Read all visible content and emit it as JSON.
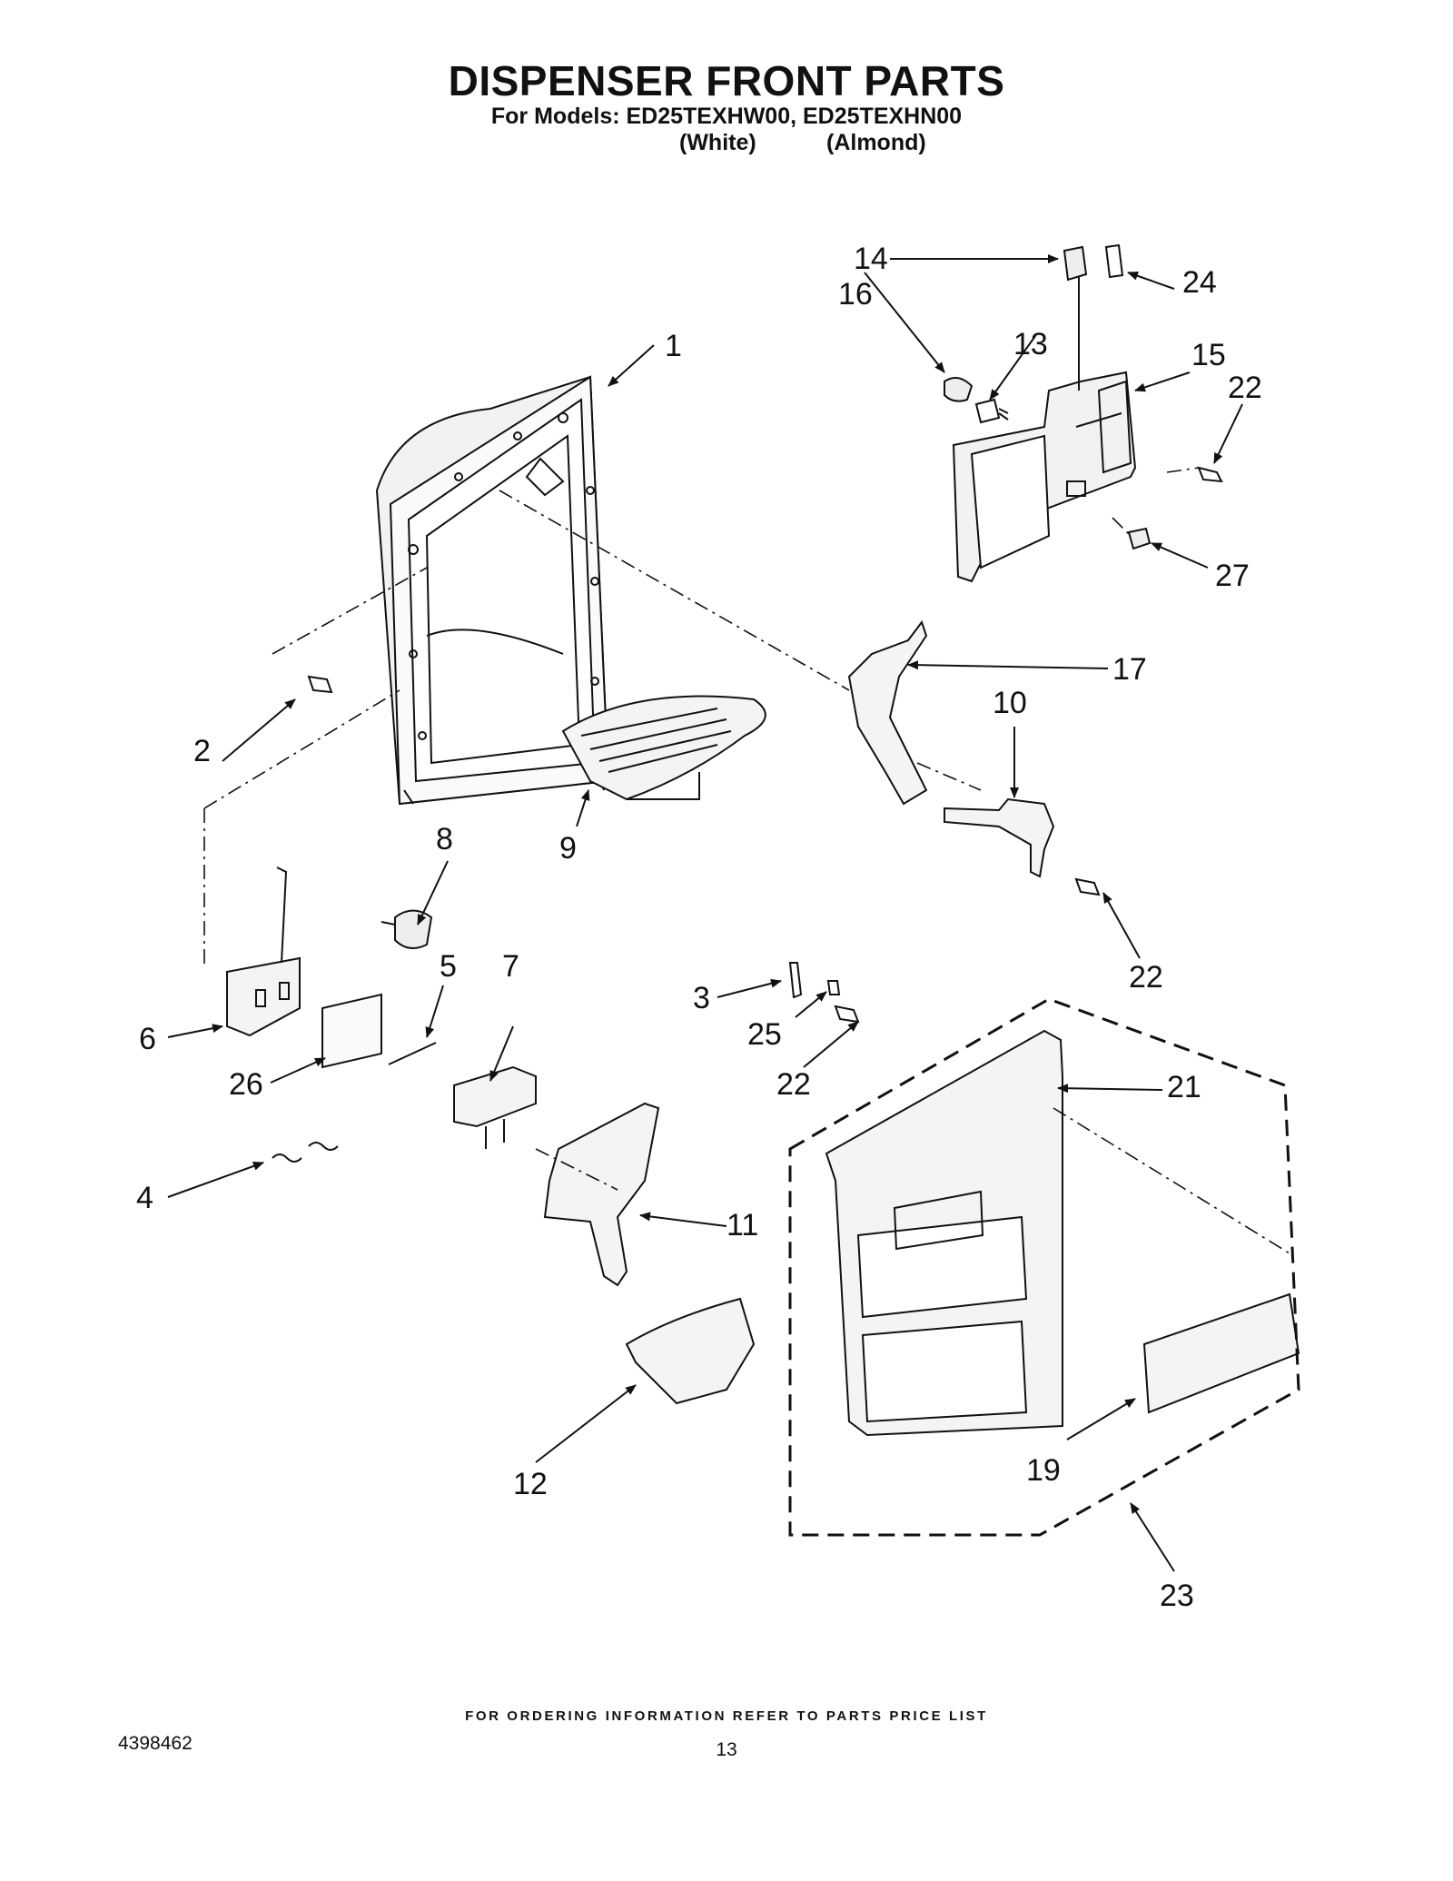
{
  "header": {
    "title": "DISPENSER FRONT PARTS",
    "models_line": "For Models: ED25TEXHW00, ED25TEXHN00",
    "variants": [
      "(White)",
      "(Almond)"
    ]
  },
  "callouts": [
    {
      "id": "c1",
      "label": "1"
    },
    {
      "id": "c2",
      "label": "2"
    },
    {
      "id": "c3",
      "label": "3"
    },
    {
      "id": "c4",
      "label": "4"
    },
    {
      "id": "c5",
      "label": "5"
    },
    {
      "id": "c6",
      "label": "6"
    },
    {
      "id": "c7",
      "label": "7"
    },
    {
      "id": "c8",
      "label": "8"
    },
    {
      "id": "c9",
      "label": "9"
    },
    {
      "id": "c10",
      "label": "10"
    },
    {
      "id": "c11",
      "label": "11"
    },
    {
      "id": "c12",
      "label": "12"
    },
    {
      "id": "c13",
      "label": "13"
    },
    {
      "id": "c14",
      "label": "14"
    },
    {
      "id": "c15",
      "label": "15"
    },
    {
      "id": "c16",
      "label": "16"
    },
    {
      "id": "c17",
      "label": "17"
    },
    {
      "id": "c19",
      "label": "19"
    },
    {
      "id": "c21",
      "label": "21"
    },
    {
      "id": "c22a",
      "label": "22"
    },
    {
      "id": "c22b",
      "label": "22"
    },
    {
      "id": "c22c",
      "label": "22"
    },
    {
      "id": "c23",
      "label": "23"
    },
    {
      "id": "c24",
      "label": "24"
    },
    {
      "id": "c25",
      "label": "25"
    },
    {
      "id": "c26",
      "label": "26"
    },
    {
      "id": "c27",
      "label": "27"
    }
  ],
  "footer": {
    "ordering_note": "FOR ORDERING INFORMATION REFER TO PARTS PRICE LIST",
    "document_number": "4398462",
    "page_number": "13"
  }
}
